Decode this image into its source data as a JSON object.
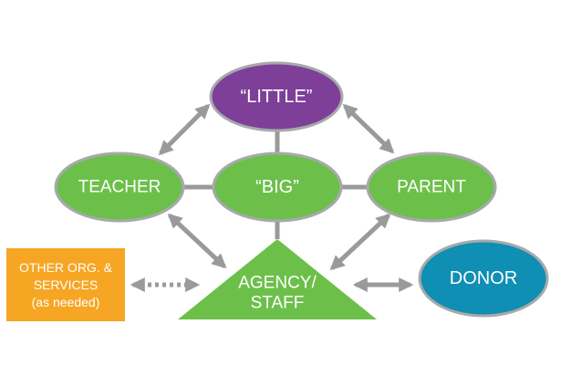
{
  "diagram": {
    "nodes": {
      "little": {
        "label": "“LITTLE”",
        "color": "#7d3f98",
        "stroke": "#a7a9ac"
      },
      "big": {
        "label": "“BIG”",
        "color": "#6cc04a",
        "stroke": "#a7a9ac"
      },
      "teacher": {
        "label": "TEACHER",
        "color": "#6cc04a",
        "stroke": "#a7a9ac"
      },
      "parent": {
        "label": "PARENT",
        "color": "#6cc04a",
        "stroke": "#a7a9ac"
      },
      "agency": {
        "label_line1": "AGENCY/",
        "label_line2": "STAFF",
        "color": "#6cc04a"
      },
      "donor": {
        "label": "DONOR",
        "color": "#0f8fb3",
        "stroke": "#a7a9ac"
      },
      "other": {
        "label_line1": "OTHER ORG. &",
        "label_line2": "SERVICES",
        "label_line3": "(as needed)",
        "color": "#f6a623"
      }
    },
    "connector_color": "#9a9a9a"
  }
}
